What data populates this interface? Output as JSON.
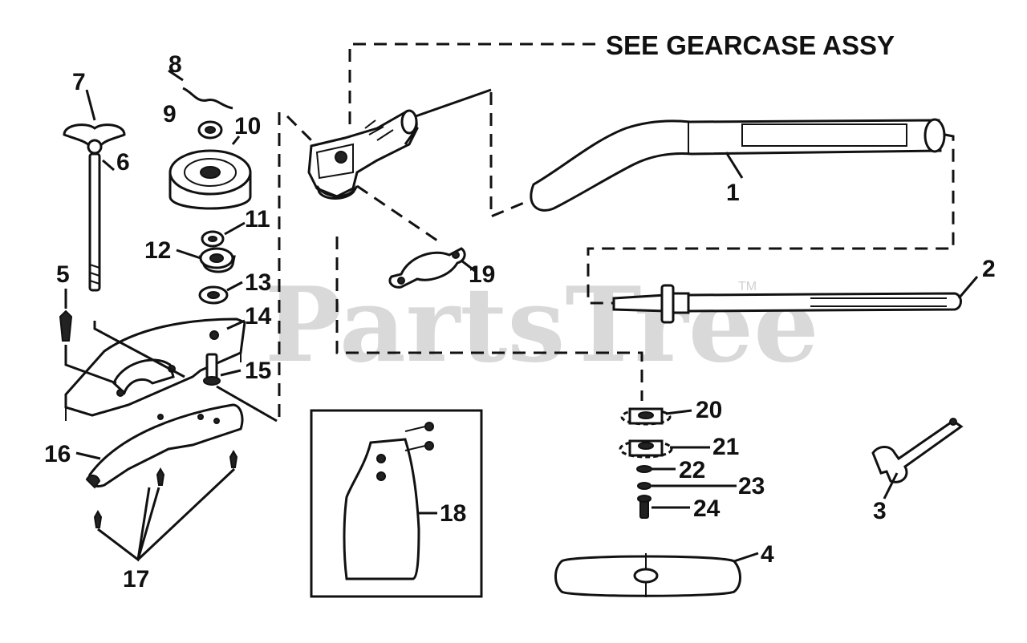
{
  "header": {
    "note": "SEE GEARCASE ASSY"
  },
  "watermark": {
    "text": "PartsTree",
    "tm": "TM"
  },
  "callouts": [
    "1",
    "2",
    "3",
    "4",
    "5",
    "6",
    "7",
    "8",
    "9",
    "10",
    "11",
    "12",
    "13",
    "14",
    "15",
    "16",
    "17",
    "18",
    "19",
    "20",
    "21",
    "22",
    "23",
    "24"
  ]
}
